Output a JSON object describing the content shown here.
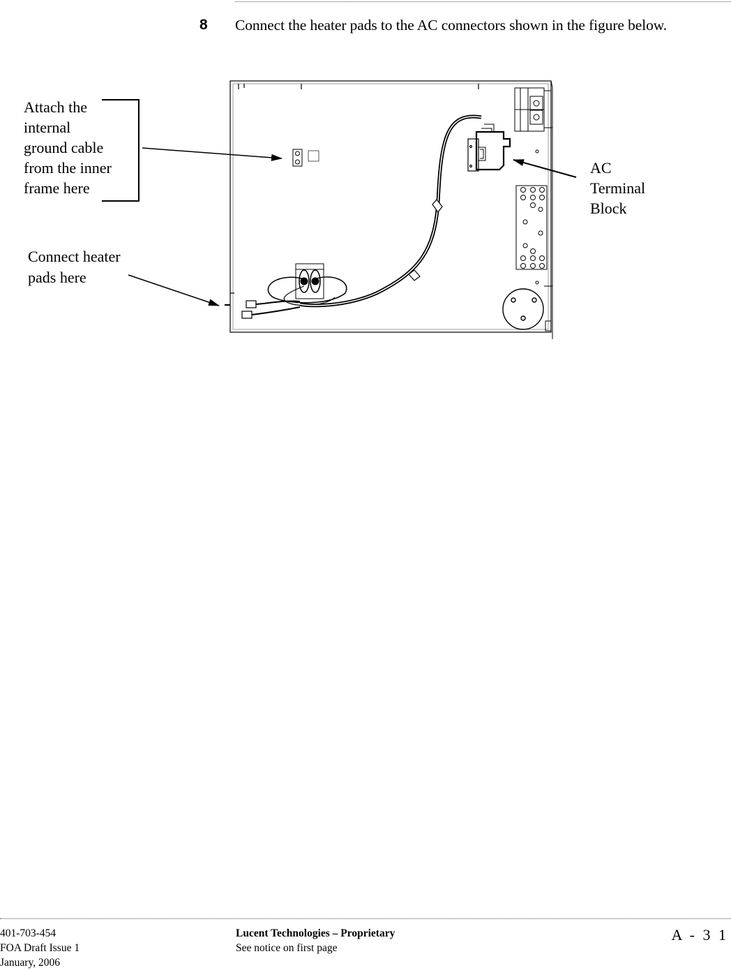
{
  "step": {
    "number": "8",
    "text": "Connect the heater pads to the AC connectors shown in the figure below."
  },
  "figure": {
    "callouts": {
      "ground_cable": [
        "Attach the",
        "internal",
        "ground cable",
        "from the inner",
        "frame here"
      ],
      "heater_pads": [
        "Connect heater",
        "pads here"
      ],
      "ac_terminal": [
        "AC",
        "Terminal",
        "Block"
      ]
    }
  },
  "footer": {
    "doc_number": "401-703-454",
    "draft": "FOA Draft Issue 1",
    "date": "January, 2006",
    "company": "Lucent Technologies – Proprietary",
    "notice": "See notice on first page",
    "page": "A - 3 1"
  }
}
